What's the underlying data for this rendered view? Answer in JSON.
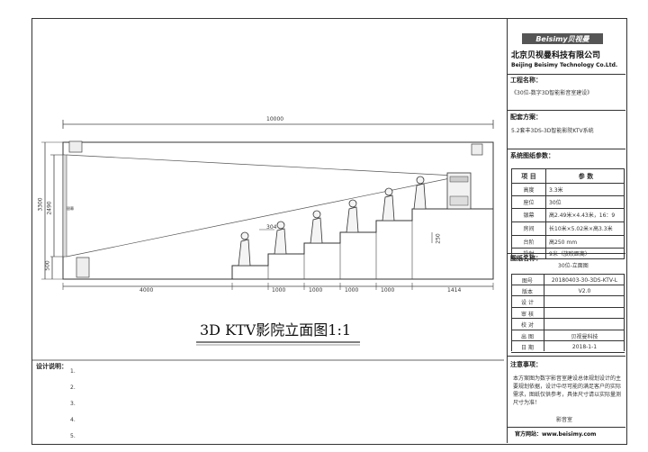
{
  "logo": {
    "brand": "Beisimy贝视曼",
    "company_cn": "北京贝视曼科技有限公司",
    "company_en": "Beijing Beisimy Technology Co.Ltd."
  },
  "project": {
    "name_label": "工程名称：",
    "name_value": "《30位-数字3D智能影音室建设》"
  },
  "config": {
    "label": "配套方案：",
    "value": "5.2套丰3DS-3D智能影院KTV系统"
  },
  "params": {
    "label": "系统图纸参数：",
    "header": [
      "项  目",
      "参  数"
    ],
    "rows": [
      [
        "高度",
        "3.3米"
      ],
      [
        "座位",
        "30位"
      ],
      [
        "银幕",
        "高2.49米×4.43米，16：9"
      ],
      [
        "房间",
        "长10米×5.02米×高3.3米"
      ],
      [
        "台阶",
        "高250 mm"
      ],
      [
        "投射",
        "9米（放映距离）"
      ]
    ]
  },
  "drawing_info": {
    "name_label": "图纸名称：",
    "name_value": "30位-立面图",
    "rows": [
      [
        "图号",
        "20180403-30-3DS-KTV-L"
      ],
      [
        "版本",
        "V2.0"
      ],
      [
        "设  计",
        ""
      ],
      [
        "审  核",
        ""
      ],
      [
        "校  对",
        ""
      ],
      [
        "出  图",
        "贝视曼科技"
      ],
      [
        "日  期",
        "2018-1-1"
      ]
    ]
  },
  "notes": {
    "title": "注意事项：",
    "text": "本方案图为数字影音室建设总体规划设计的主要规划依据，设计中尽可能的满足客户的实际需求，图纸仅供参考，具体尺寸请以实际量测尺寸为准！",
    "footer_label": "影音室"
  },
  "website": "官方网站：www.beisimy.com",
  "design_notes": {
    "title": "设计说明：",
    "items": [
      "1.",
      "2.",
      "3.",
      "4.",
      "5."
    ]
  },
  "drawing_title": "3D KTV影院立面图1:1",
  "dimensions": {
    "total_length": "10000",
    "height_total": "3300",
    "screen_height": "2490",
    "floor_to_screen": "500",
    "front_gap": "4000",
    "row_depths": [
      "1000",
      "1000",
      "1000",
      "1000",
      "1414"
    ],
    "step_height": "304",
    "riser": "250"
  },
  "labels": {
    "screen_side": "银幕"
  }
}
